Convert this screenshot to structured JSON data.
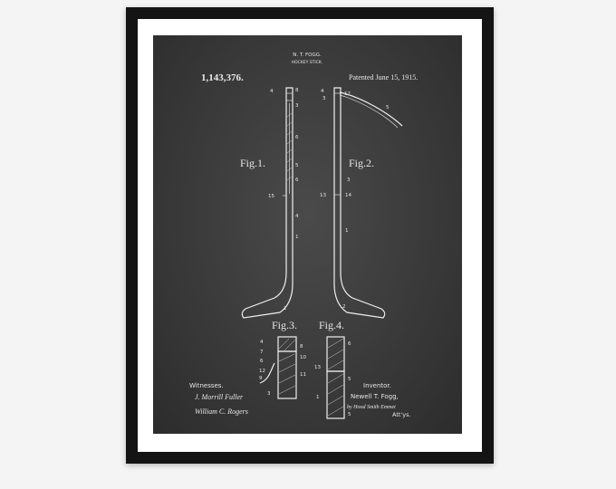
{
  "poster": {
    "inventor_header": "N. T. FOGG.",
    "invention_title": "HOCKEY STICK.",
    "patent_number": "1,143,376.",
    "patent_date": "Patented June 15, 1915.",
    "figure_labels": [
      "Fig.1.",
      "Fig.2.",
      "Fig.3.",
      "Fig.4."
    ],
    "witnesses_label": "Witnesses.",
    "witness_signatures": [
      "J. Morrill Fuller",
      "William C. Rogers"
    ],
    "inventor_label": "Inventor.",
    "inventor_name": "Newell T. Fogg,",
    "attorneys_signature": "by Hood Smith Emmet",
    "attorneys_label": "Att'ys.",
    "fig1_callouts": [
      "4",
      "3",
      "8",
      "6",
      "5",
      "6",
      "15",
      "4",
      "1",
      "2"
    ],
    "fig2_callouts": [
      "4",
      "3",
      "12",
      "5",
      "3",
      "13",
      "14",
      "1",
      "2"
    ],
    "fig3_callouts": [
      "4",
      "7",
      "6",
      "12",
      "9",
      "3",
      "8",
      "10",
      "11"
    ],
    "fig4_callouts": [
      "6",
      "13",
      "5",
      "1",
      "5"
    ]
  },
  "colors": {
    "frame": "#141414",
    "mat": "#ffffff",
    "chalkboard": "#3a3a3a",
    "chalk": "#e8e8e8"
  }
}
